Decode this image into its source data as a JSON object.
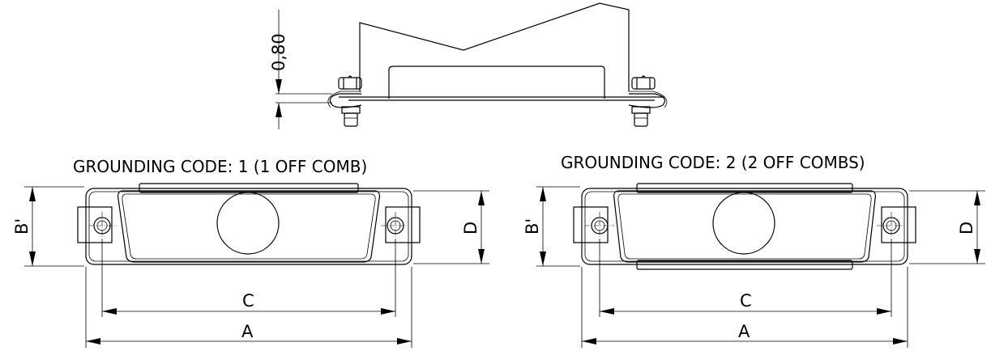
{
  "side_view": {
    "thickness_label": "0,80"
  },
  "code1": {
    "caption": "GROUNDING CODE: 1 (1 OFF COMB)",
    "dim_b": "B'",
    "dim_d": "D",
    "dim_c": "C",
    "dim_a": "A"
  },
  "code2": {
    "caption": "GROUNDING CODE: 2 (2 OFF COMBS)",
    "dim_b": "B'",
    "dim_d": "D",
    "dim_c": "C",
    "dim_a": "A"
  }
}
